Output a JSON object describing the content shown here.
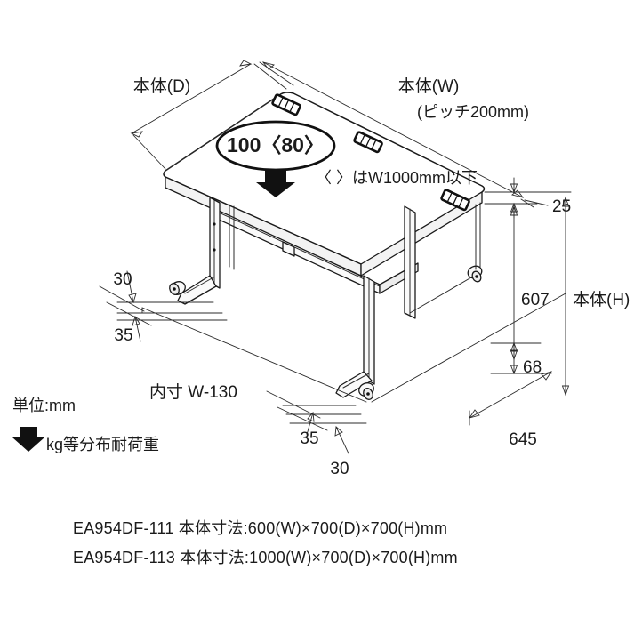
{
  "figure": {
    "title_alt": "EA954DF desk dimensional drawing",
    "units_note": "単位:mm",
    "load_note": "kg等分布耐荷重",
    "load_value": "100〈80〉",
    "load_condition": "〈 〉はW1000mm以下"
  },
  "labels": {
    "depth": "本体(D)",
    "width": "本体(W)",
    "width_sub": "(ピッチ200mm)",
    "height": "本体(H)",
    "inner_width": "内寸 W-130"
  },
  "dimensions": {
    "top_thickness": "25",
    "leg_height": "607",
    "caster_height": "68",
    "base_depth": "645",
    "caster_offset_left_a": "30",
    "caster_offset_left_b": "35",
    "caster_offset_right_a": "35",
    "caster_offset_right_b": "30"
  },
  "specs": [
    {
      "model": "EA954DF-111",
      "text": "EA954DF-111 本体寸法:600(W)×700(D)×700(H)mm"
    },
    {
      "model": "EA954DF-113",
      "text": "EA954DF-113 本体寸法:1000(W)×700(D)×700(H)mm"
    }
  ],
  "icons": {
    "load_arrow": "down-arrow-icon",
    "legend_arrow": "down-arrow-icon",
    "cable_slot": "cable-grommet-slot-icon",
    "caster": "caster-wheel-icon"
  },
  "colors": {
    "line": "#1a1a1a",
    "background": "#ffffff",
    "fill_light": "#f3f3f3"
  }
}
